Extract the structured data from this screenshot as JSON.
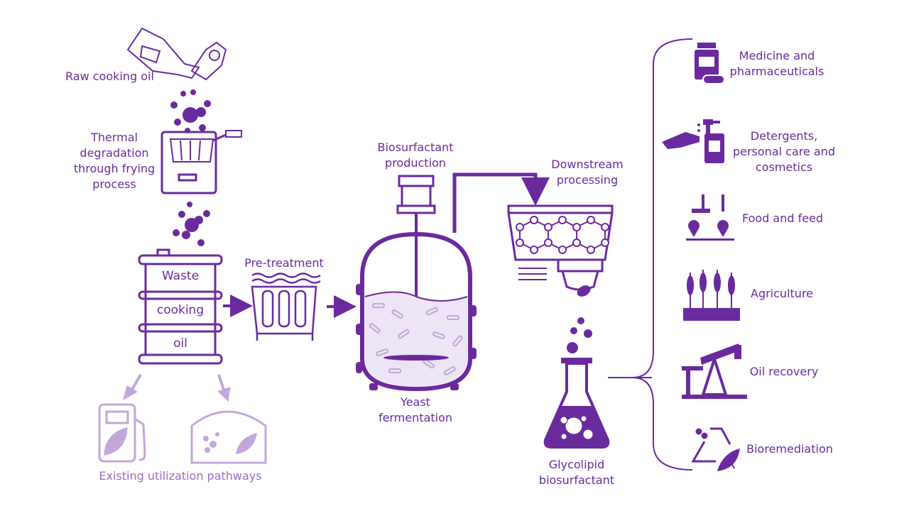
{
  "colors": {
    "primary": "#6a2a9e",
    "light": "#c2a6dc",
    "mid": "#9a6cc2"
  },
  "labels": {
    "raw_oil": "Raw cooking oil",
    "thermal": [
      "Thermal",
      "degradation",
      "through frying",
      "process"
    ],
    "barrel": [
      "Waste",
      "cooking",
      "oil"
    ],
    "pretreatment": "Pre-treatment",
    "biosurfactant_production": [
      "Biosurfactant",
      "production"
    ],
    "yeast": [
      "Yeast",
      "fermentation"
    ],
    "downstream": [
      "Downstream",
      "processing"
    ],
    "glycolipid": [
      "Glycolipid",
      "biosurfactant"
    ],
    "existing": "Existing utilization pathways"
  },
  "applications": [
    {
      "icon": "medicine-icon",
      "lines": [
        "Medicine and",
        "pharmaceuticals"
      ]
    },
    {
      "icon": "soap-dispenser-icon",
      "lines": [
        "Detergents,",
        "personal care and",
        "cosmetics"
      ]
    },
    {
      "icon": "ice-cream-machine-icon",
      "lines": [
        "Food and feed"
      ]
    },
    {
      "icon": "wheat-icon",
      "lines": [
        "Agriculture"
      ]
    },
    {
      "icon": "oil-pump-icon",
      "lines": [
        "Oil recovery"
      ]
    },
    {
      "icon": "recycle-leaf-icon",
      "lines": [
        "Bioremediation"
      ]
    }
  ]
}
